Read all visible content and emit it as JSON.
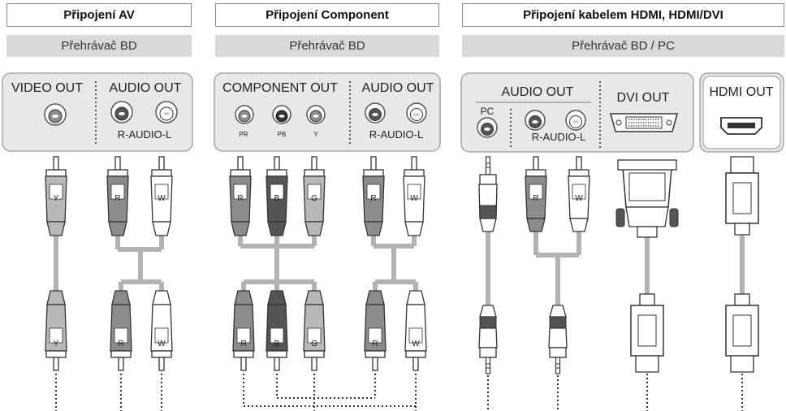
{
  "sections": [
    {
      "title": "Připojení AV",
      "device": "Přehrávač BD"
    },
    {
      "title": "Připojení Component",
      "device": "Přehrávač BD"
    },
    {
      "title": "Připojení kabelem HDMI, HDMI/DVI",
      "device": "Přehrávač BD / PC"
    }
  ],
  "av_panel": {
    "video_out": "VIDEO OUT",
    "audio_out": "AUDIO OUT",
    "audio_sub": "R-AUDIO-L"
  },
  "component_panel": {
    "component_out": "COMPONENT OUT",
    "audio_out": "AUDIO OUT",
    "audio_sub": "R-AUDIO-L",
    "jack_labels": [
      "PR",
      "PB",
      "Y"
    ]
  },
  "hdmi_panel": {
    "audio_out": "AUDIO OUT",
    "pc": "PC",
    "audio_sub": "R-AUDIO-L",
    "dvi_out": "DVI OUT"
  },
  "hdmi_out_panel": {
    "hdmi_out": "HDMI OUT"
  },
  "plug_letters": {
    "av_top": [
      "Y",
      "R",
      "W"
    ],
    "av_bottom": [
      "Y",
      "R",
      "W"
    ],
    "comp_top": [
      "R",
      "B",
      "G",
      "R",
      "W"
    ],
    "comp_bottom": [
      "R",
      "B",
      "G",
      "R",
      "W"
    ],
    "hdmi_top": [
      "R",
      "W"
    ]
  },
  "colors": {
    "header_border": "#8a8a8a",
    "subheader_bg": "#d9d9d9",
    "panel_bg": "#e8e8e8",
    "cable_gray": "#b3b3b3",
    "plug_dark": "#555555",
    "plug_mid": "#8c8c8c",
    "plug_light": "#b8b8b8",
    "plug_white": "#ffffff"
  }
}
